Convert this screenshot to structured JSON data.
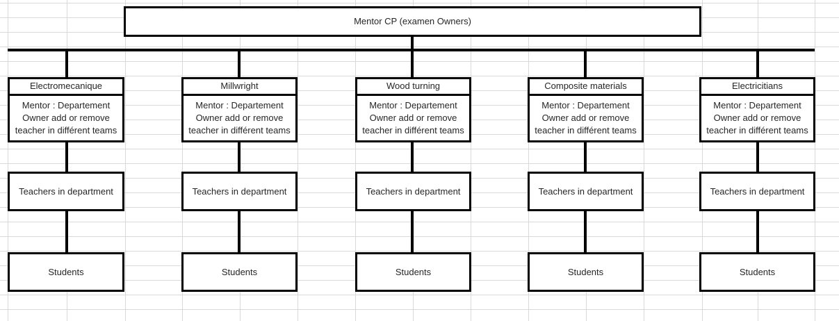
{
  "diagram": {
    "root": {
      "label": "Mentor  CP (examen Owners)"
    },
    "department_note": "Mentor : Departement Owner add or remove teacher in différent teams",
    "teachers_label": "Teachers in department",
    "students_label": "Students",
    "columns": [
      {
        "department": "Electromecanique"
      },
      {
        "department": "Millwright"
      },
      {
        "department": "Wood turning"
      },
      {
        "department": "Composite materials"
      },
      {
        "department": "Electricitians"
      }
    ],
    "colors": {
      "box_border": "#000000",
      "box_fill": "#ffffff",
      "connector": "#000000",
      "grid_line": "#d9d9d9",
      "text": "#262626"
    }
  }
}
